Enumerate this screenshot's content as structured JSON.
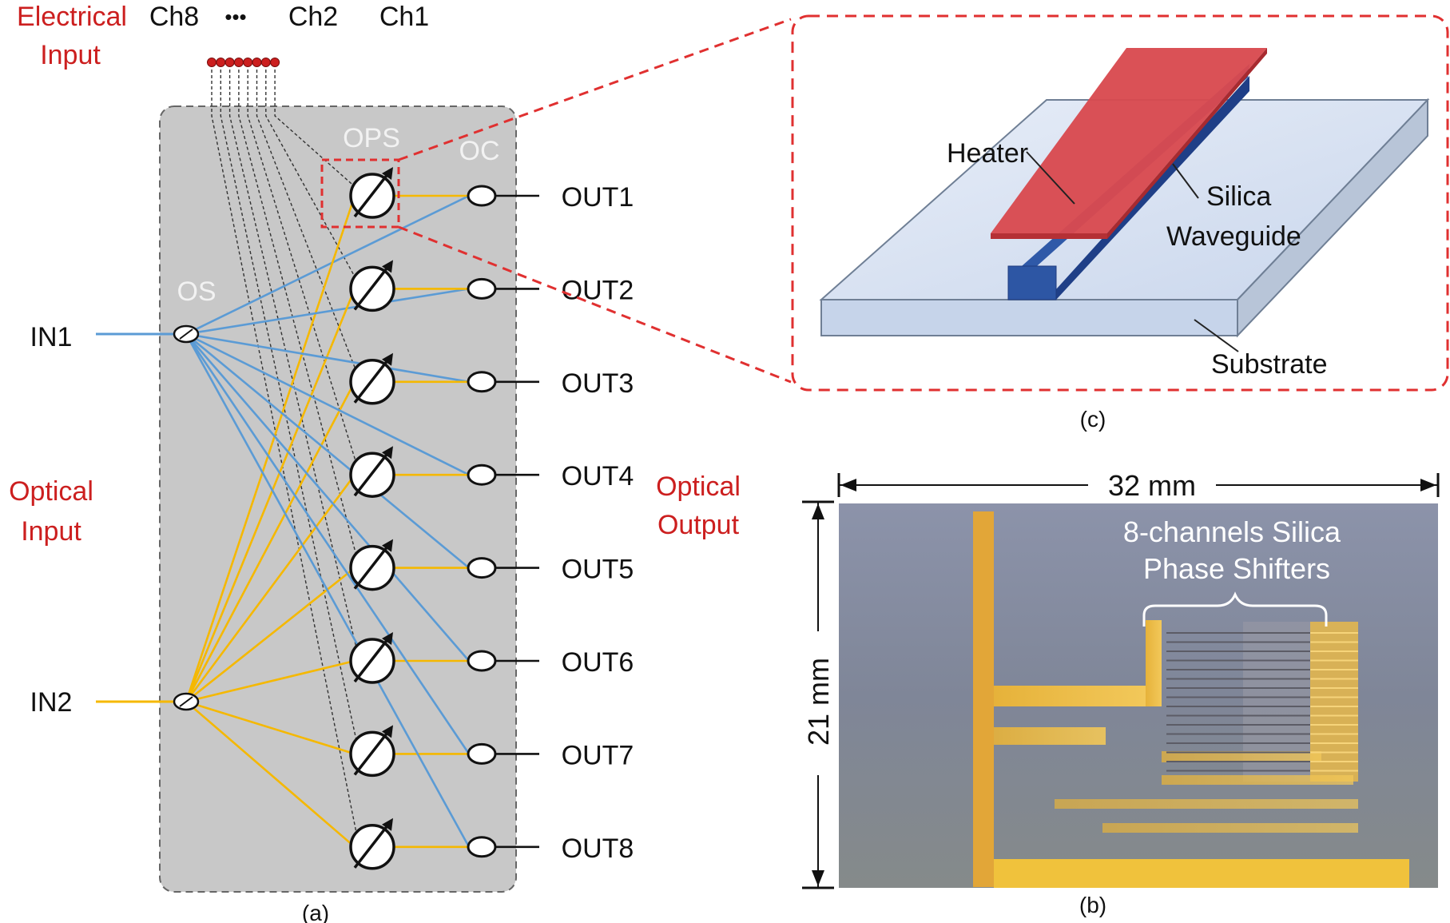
{
  "panel_a": {
    "caption": "(a)",
    "electrical_input": [
      "Electrical",
      "Input"
    ],
    "channel_labels": {
      "ch8": "Ch8",
      "dots": "•••",
      "ch2": "Ch2",
      "ch1": "Ch1"
    },
    "optical_input": [
      "Optical",
      "Input"
    ],
    "optical_output": [
      "Optical",
      "Output"
    ],
    "component_labels": {
      "os": "OS",
      "ops": "OPS",
      "oc": "OC"
    },
    "inputs": [
      "IN1",
      "IN2"
    ],
    "outputs": [
      "OUT1",
      "OUT2",
      "OUT3",
      "OUT4",
      "OUT5",
      "OUT6",
      "OUT7",
      "OUT8"
    ]
  },
  "panel_c": {
    "caption": "(c)",
    "heater": "Heater",
    "silica_waveguide": [
      "Silica",
      "Waveguide"
    ],
    "substrate": "Substrate"
  },
  "panel_b": {
    "caption": "(b)",
    "width_label": "32 mm",
    "height_label": "21 mm",
    "annotation": [
      "8-channels Silica",
      "Phase Shifters"
    ]
  },
  "colors": {
    "accent_red": "#cc1f1f",
    "blue_waveguide": "#5b9bd5",
    "yellow_waveguide": "#f5b800",
    "chip_gray": "#c8c8c8",
    "heater_red": "#d94a4f",
    "silica_blue": "#23479a"
  }
}
